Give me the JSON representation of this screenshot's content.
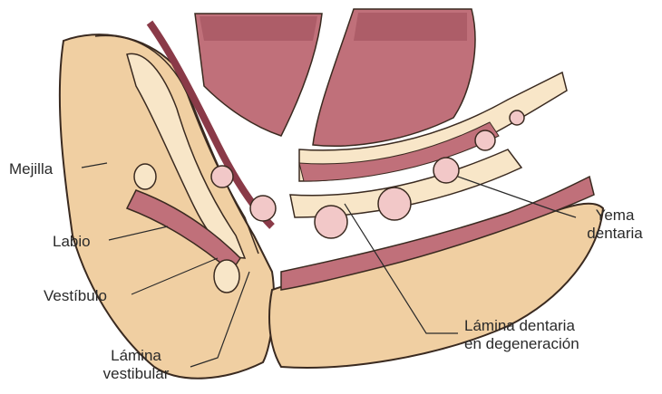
{
  "labels": {
    "mejilla": "Mejilla",
    "labio": "Labio",
    "vestibulo": "Vestíbulo",
    "lamina_vestibular_1": "Lámina",
    "lamina_vestibular_2": "vestibular",
    "yema_1": "Yema",
    "yema_2": "dentaria",
    "degeneracion_1": "Lámina dentaria",
    "degeneracion_2": "en degeneración"
  },
  "colors": {
    "tissue_light": "#f8e6c8",
    "tissue_peach": "#f0cfa2",
    "tissue_outline": "#3a2a20",
    "muscle": "#c0707a",
    "muscle_dark": "#8a3a48",
    "tooth_bud": "#f2c8c8",
    "leader_line": "#2a2a2a"
  }
}
